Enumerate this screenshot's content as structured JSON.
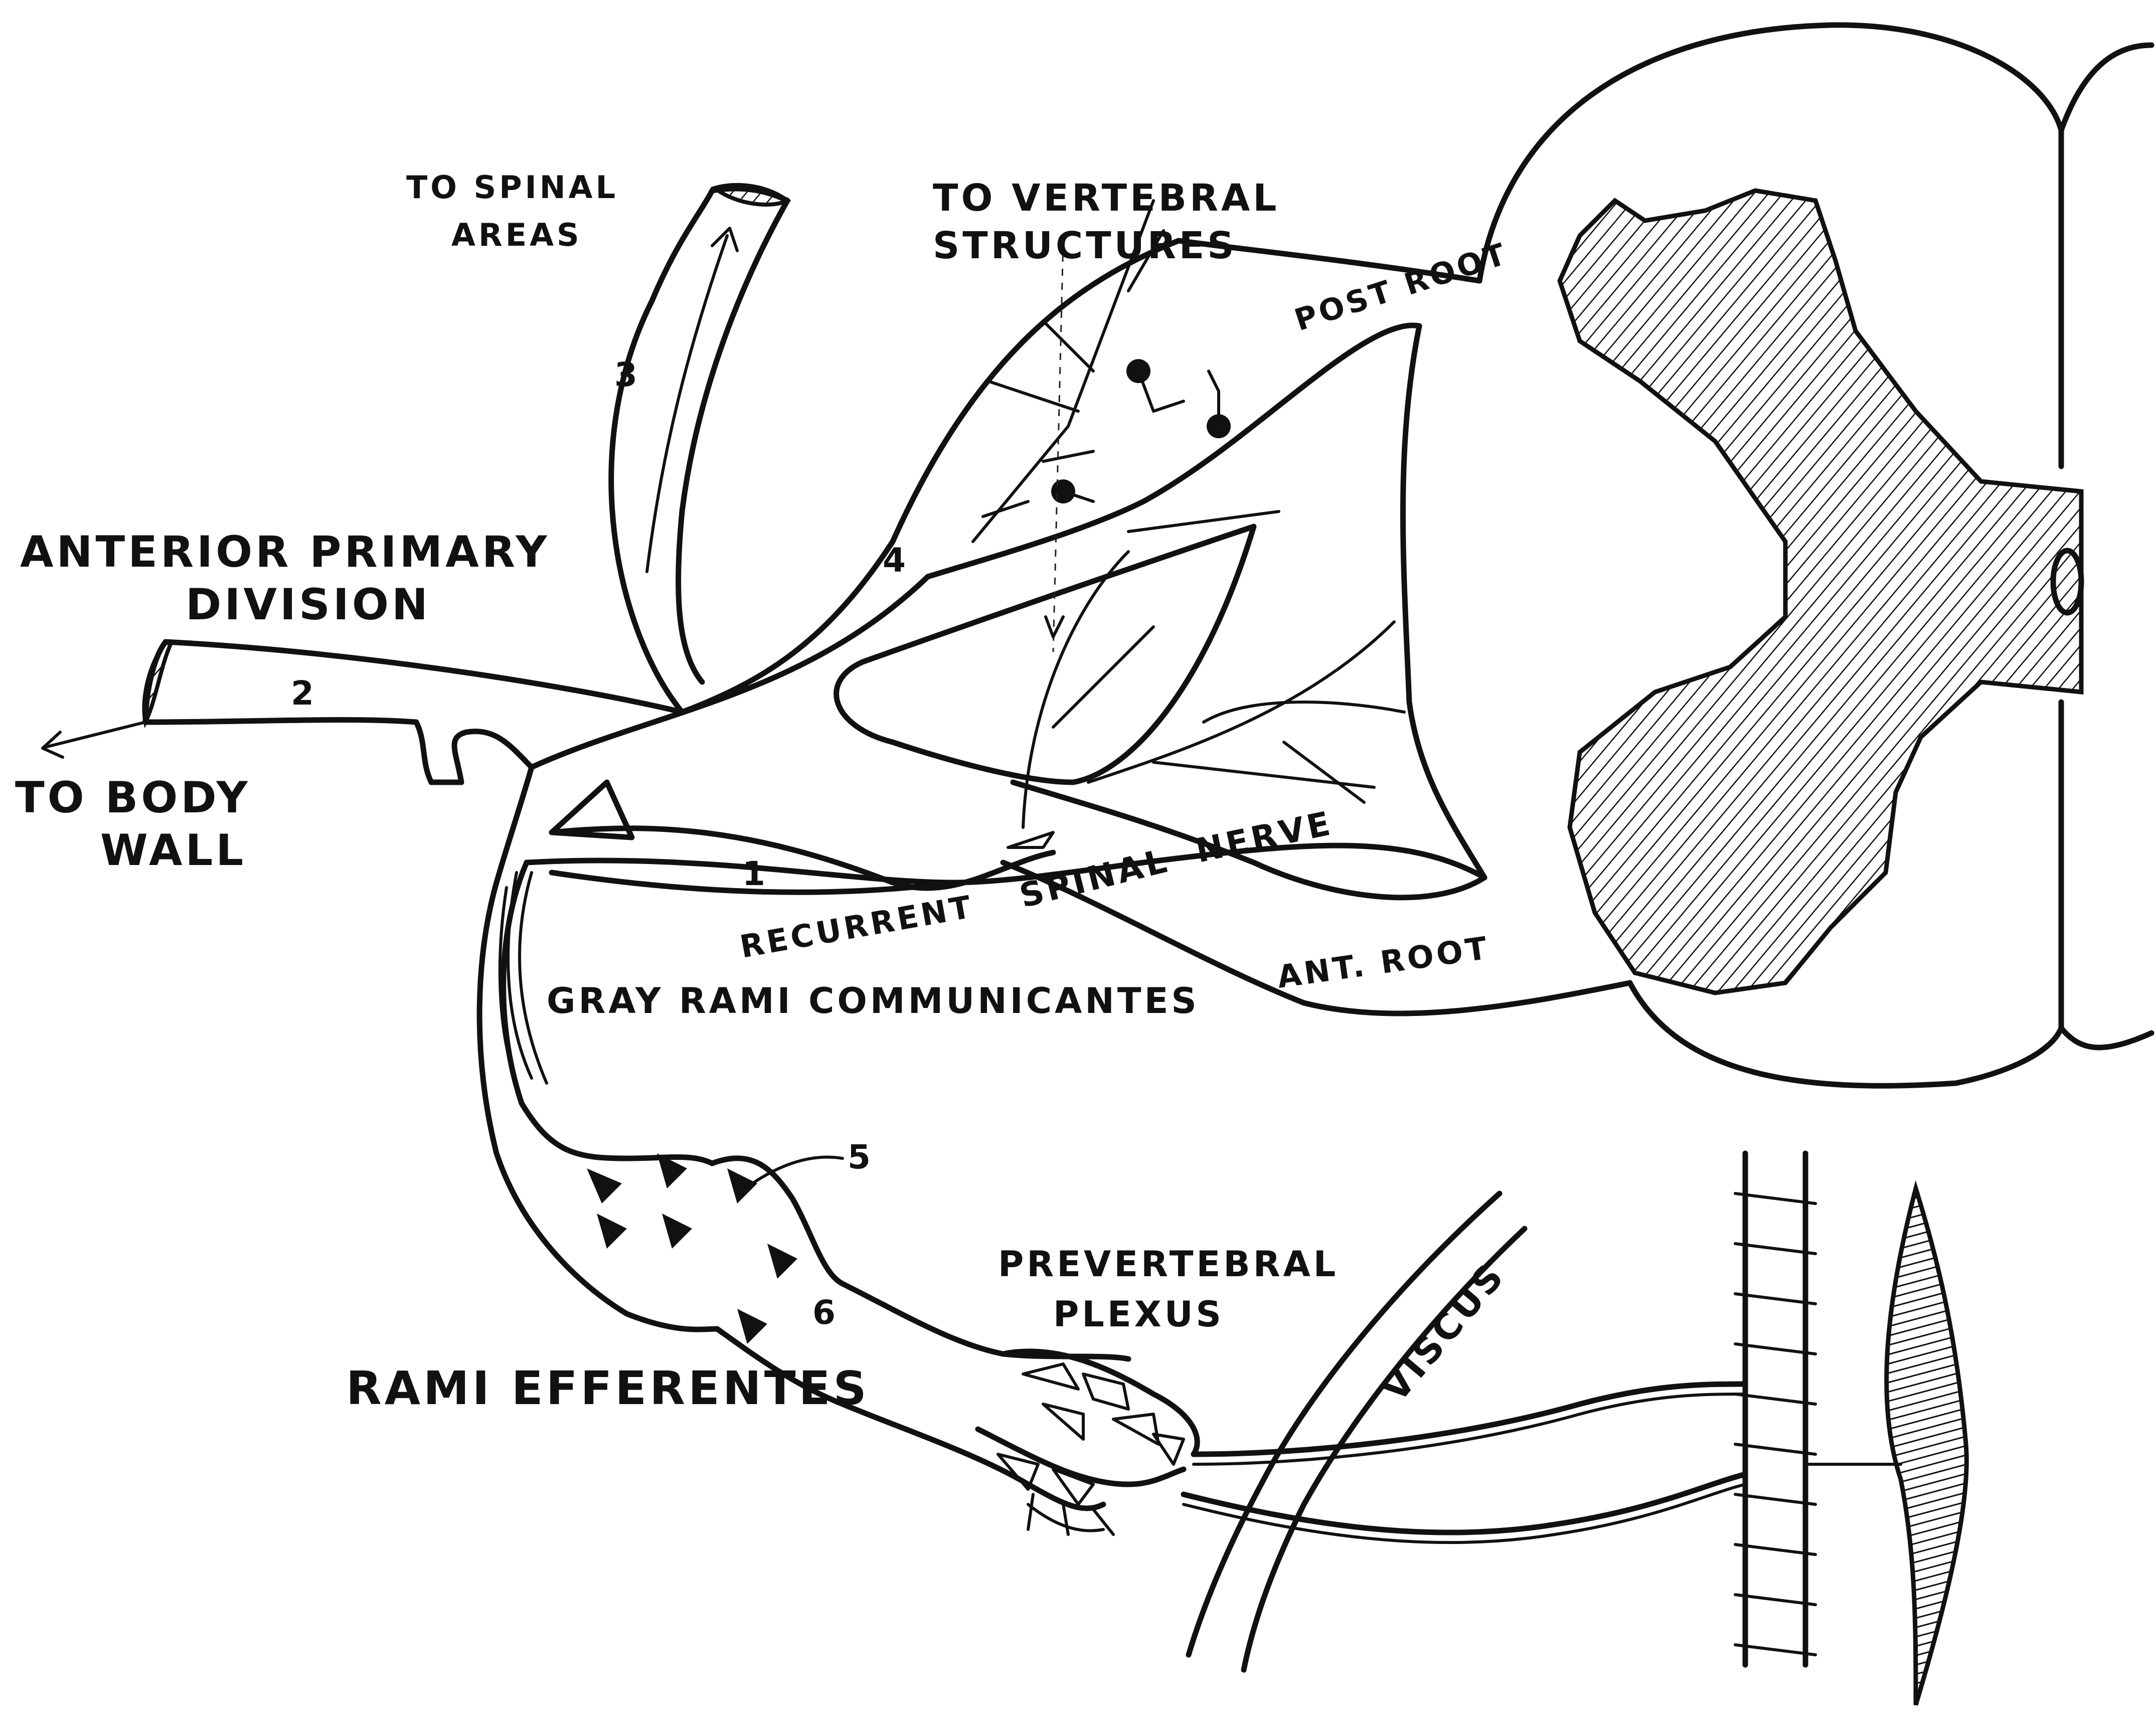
{
  "labels": {
    "to_spinal_areas": [
      "TO SPINAL",
      "AREAS"
    ],
    "to_vertebral_structures": [
      "TO VERTEBRAL",
      "STRUCTURES"
    ],
    "post_root": "POST ROOT",
    "anterior_primary_division": [
      "ANTERIOR PRIMARY",
      "DIVISION"
    ],
    "to_body_wall": [
      "TO BODY",
      "WALL"
    ],
    "spinal_nerve": [
      "SPINAL",
      "NERVE"
    ],
    "recurrent": "RECURRENT",
    "ant_root": "ANT. ROOT",
    "gray_rami_communicantes": "GRAY RAMI COMMUNICANTES",
    "prevertebral_plexus": [
      "PREVERTEBRAL",
      "PLEXUS"
    ],
    "viscus": "VISCUS",
    "rami_efferentes": "RAMI EFFERENTES"
  },
  "numbers": [
    "1",
    "2",
    "3",
    "4",
    "5",
    "6"
  ],
  "colors": {
    "ink": "#111111",
    "paper": "#ffffff"
  }
}
